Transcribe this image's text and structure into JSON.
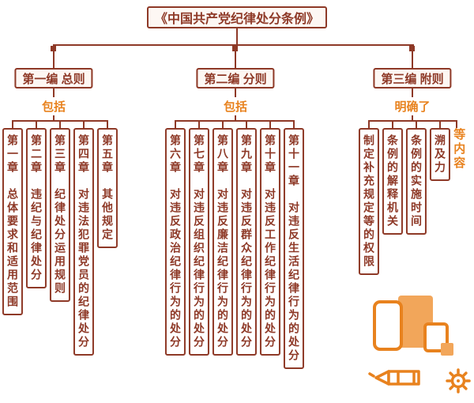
{
  "title": "《中国共产党纪律处分条例》",
  "colors": {
    "dark_red": "#8e3927",
    "orange": "#e8821e"
  },
  "parts": [
    {
      "label": "第一编 总则",
      "connector_label": "包括",
      "chapters": [
        "第一章　总体要求和适用范围",
        "第二章　违纪与纪律处分",
        "第三章　纪律处分运用规则",
        "第四章　对违法犯罪党员的纪律处分",
        "第五章　其他规定"
      ]
    },
    {
      "label": "第二编 分则",
      "connector_label": "包括",
      "chapters": [
        "第六章　对违反政治纪律行为的处分",
        "第七章　对违反组织纪律行为的处分",
        "第八章　对违反廉洁纪律行为的处分",
        "第九章　对违反群众纪律行为的处分",
        "第十章　对违反工作纪律行为的处分",
        "第十一章　对违反生活纪律行为的处分"
      ]
    },
    {
      "label": "第三编 附则",
      "connector_label": "明确了",
      "chapters": [
        "制定补充规定等的权限",
        "条例的解释机关",
        "条例的实施时间",
        "溯及力"
      ],
      "extra_label": "等内容"
    }
  ],
  "decoration": {
    "icons": [
      "documents-icon",
      "pencil-icon",
      "gear-icon"
    ]
  }
}
